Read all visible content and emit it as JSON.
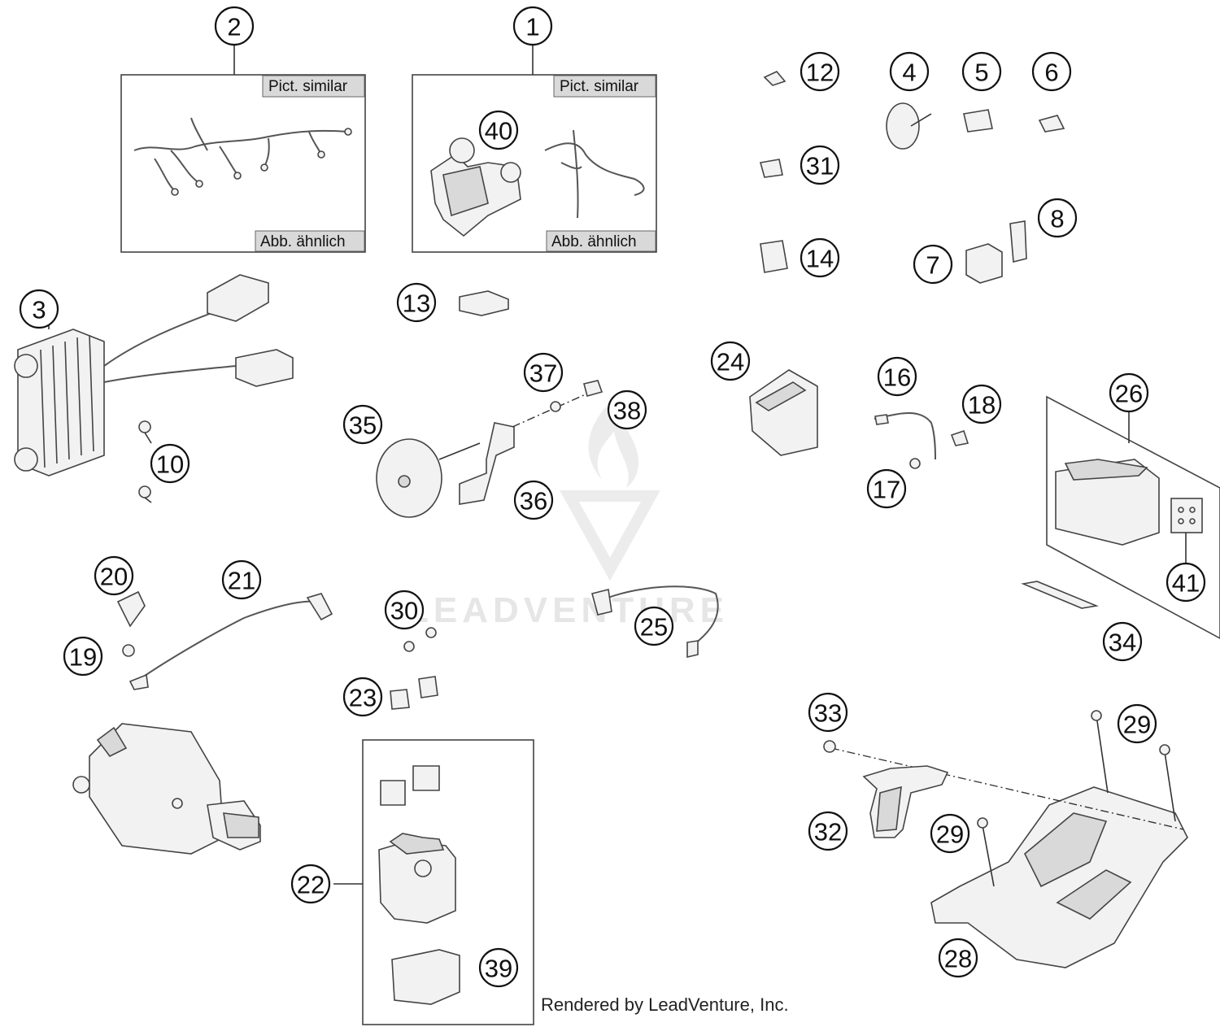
{
  "callouts": [
    "1",
    "2",
    "3",
    "4",
    "5",
    "6",
    "7",
    "8",
    "10",
    "12",
    "13",
    "14",
    "16",
    "17",
    "18",
    "19",
    "20",
    "21",
    "22",
    "23",
    "24",
    "25",
    "26",
    "28",
    "29",
    "30",
    "31",
    "32",
    "33",
    "34",
    "35",
    "36",
    "37",
    "38",
    "39",
    "40",
    "41"
  ],
  "callout_29_repeat": "29",
  "box_tags": {
    "pict_similar": "Pict. similar",
    "abb_aehnlich": "Abb. ähnlich"
  },
  "watermark": "LEADVENTURE",
  "footer": "Rendered by LeadVenture, Inc."
}
